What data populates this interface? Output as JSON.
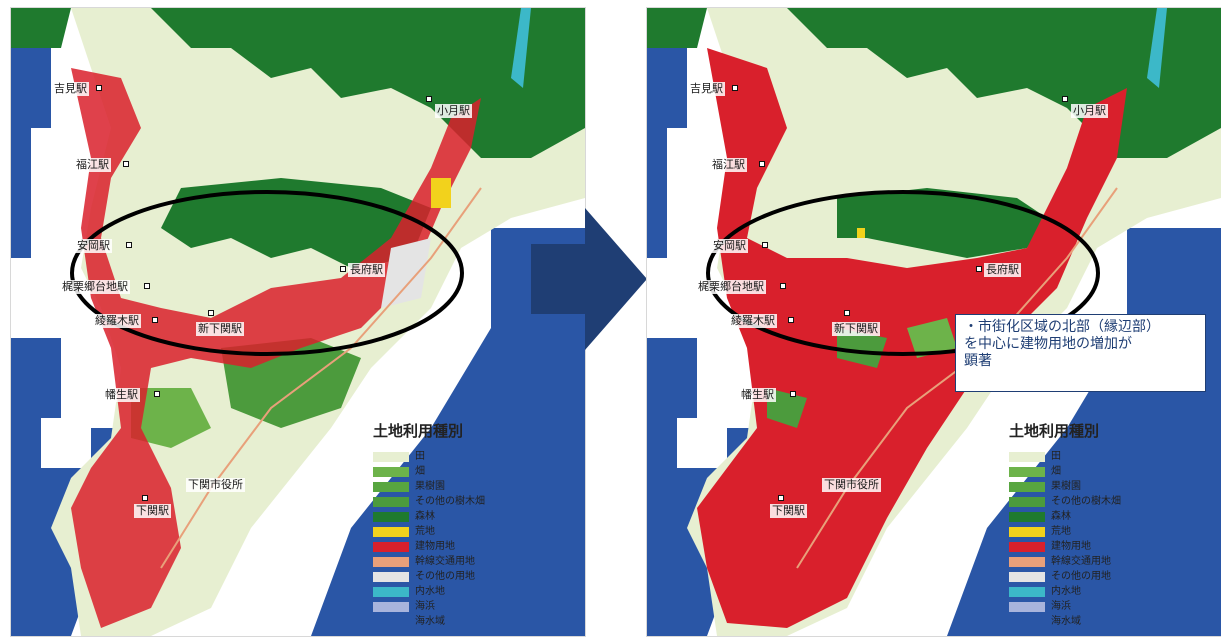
{
  "stations": [
    {
      "key": "yoshimi",
      "label": "吉見駅"
    },
    {
      "key": "kozuki",
      "label": "小月駅"
    },
    {
      "key": "fukue",
      "label": "福江駅"
    },
    {
      "key": "yasuoka",
      "label": "安岡駅"
    },
    {
      "key": "kajikuri",
      "label": "梶栗郷台地駅"
    },
    {
      "key": "ayaragi",
      "label": "綾羅木駅"
    },
    {
      "key": "chofu",
      "label": "長府駅"
    },
    {
      "key": "shinshimonoseki",
      "label": "新下関駅"
    },
    {
      "key": "hatabu",
      "label": "幡生駅"
    },
    {
      "key": "cityhall",
      "label": "下関市役所"
    },
    {
      "key": "shimonoseki",
      "label": "下関駅"
    }
  ],
  "legend": {
    "title": "土地利用種別",
    "items": [
      {
        "label": "田",
        "color": "#e7efd1"
      },
      {
        "label": "畑",
        "color": "#6db34a"
      },
      {
        "label": "果樹園",
        "color": "#58a640"
      },
      {
        "label": "その他の樹木畑",
        "color": "#4c9b3d"
      },
      {
        "label": "森林",
        "color": "#1f7a2e"
      },
      {
        "label": "荒地",
        "color": "#f2d21c"
      },
      {
        "label": "建物用地",
        "color": "#d9202c"
      },
      {
        "label": "幹線交通用地",
        "color": "#e8a07a"
      },
      {
        "label": "その他の用地",
        "color": "#e4e4e4"
      },
      {
        "label": "内水地",
        "color": "#3cb8c8"
      },
      {
        "label": "海浜",
        "color": "#a8b4dc"
      },
      {
        "label": "海水域",
        "color": "#2a56a6"
      }
    ]
  },
  "callout": {
    "line1": "・市街化区域の北部（縁辺部）",
    "line2": "を中心に建物用地の増加が",
    "line3": "顕著"
  },
  "colors": {
    "arrow": "#1f3e74",
    "ellipse": "#000000"
  }
}
